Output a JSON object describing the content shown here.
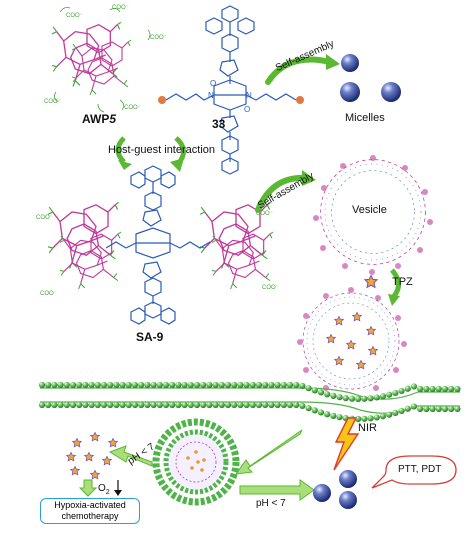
{
  "labels": {
    "awp5_base": "AWP",
    "awp5_italic": "5",
    "compound": "33",
    "micelles": "Micelles",
    "self_assembly_top": "Self-assembly",
    "host_guest": "Host-guest interaction",
    "self_assembly_mid": "Self-assembly",
    "vesicle": "Vesicle",
    "sa9": "SA-9",
    "tpz": "TPZ",
    "ph_left": "pH < 7",
    "ph_bottom": "pH < 7",
    "nir": "NIR",
    "ptt_pdt": "PTT, PDT",
    "o2_base": "O",
    "o2_sub": "2",
    "hypoxia_line1": "Hypoxia-activated",
    "hypoxia_line2": "chemotherapy",
    "coo_minus": "COO⁻"
  },
  "colors": {
    "host_magenta": "#c0399b",
    "guest_blue": "#2a5bb8",
    "carboxylate_green": "#4aa43a",
    "arrow_green": "#5ab832",
    "membrane_green": "#4fb448",
    "micelle_blue": "#2c3f8f",
    "tpz_orange": "#e89b2a",
    "tpz_purple": "#7a5cc4",
    "nir_yellow": "#f5c518",
    "nir_red": "#e23a2a",
    "box_blue": "#29a3d6",
    "bubble_red": "#d6403a"
  },
  "icons": {
    "micelle": "sphere-icon",
    "drug": "star-burst-icon",
    "nir": "lightning-bolt-icon",
    "self_assembly": "curved-arrow-icon"
  }
}
